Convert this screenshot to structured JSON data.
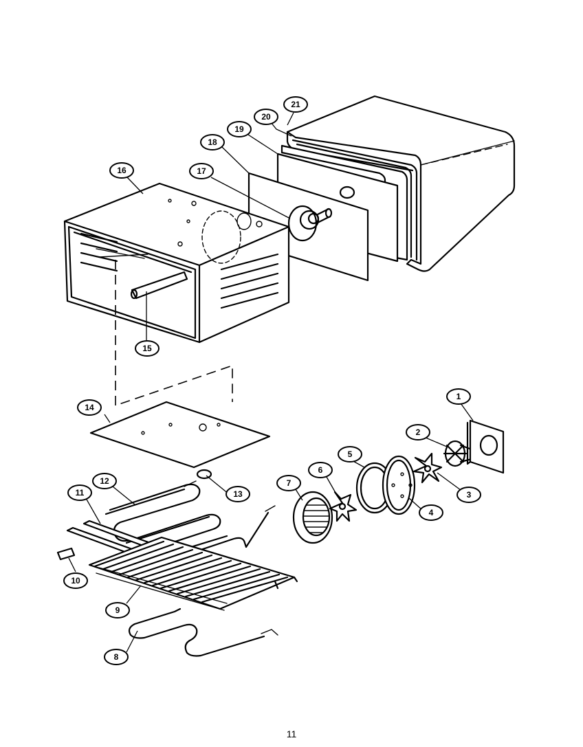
{
  "callouts": [
    "1",
    "2",
    "3",
    "4",
    "5",
    "6",
    "7",
    "8",
    "9",
    "10",
    "11",
    "12",
    "13",
    "14",
    "15",
    "16",
    "17",
    "18",
    "19",
    "20",
    "21"
  ],
  "page_number": "11"
}
